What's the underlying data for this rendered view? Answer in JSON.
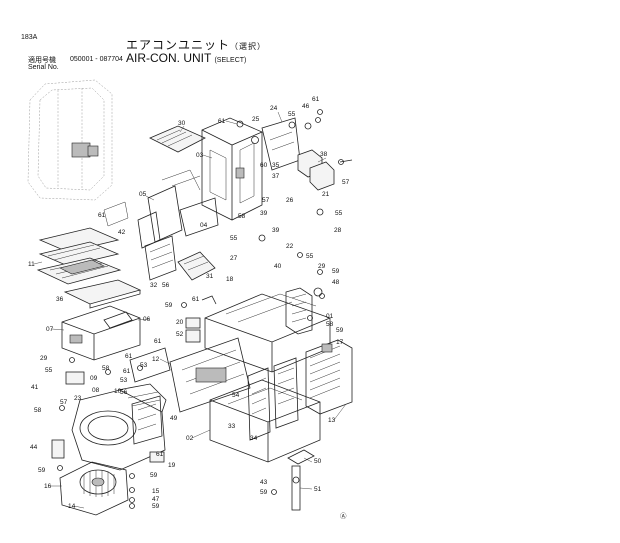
{
  "header": {
    "page_code": "183A",
    "title_jp": "エアコンユニット",
    "title_jp_sub": "（選択）",
    "title_en": "AIR-CON. UNIT",
    "title_en_sub": "(SELECT)",
    "serial_label_jp": "適用号機",
    "serial_label_en": "Serial No.",
    "serial_range": "050001 - 087704"
  },
  "callouts": {
    "c30": "30",
    "c61a": "61",
    "c03": "03",
    "c25": "25",
    "c24": "24",
    "c55a": "55",
    "c46": "46",
    "c61b": "61",
    "c38": "38",
    "c60": "60",
    "c35": "35",
    "c37": "37",
    "c21": "21",
    "c26": "26",
    "c57a": "57",
    "c05": "05",
    "c61c": "61",
    "c42": "42",
    "c04": "04",
    "c58a": "58",
    "c39": "39",
    "c57b": "57",
    "c55b": "55",
    "c28": "28",
    "c55c": "55",
    "c22": "22",
    "c27": "27",
    "c40": "40",
    "c55d": "55",
    "c59a": "59",
    "c29a": "29",
    "c48": "48",
    "c11": "11",
    "c32": "32",
    "c56a": "56",
    "c31": "31",
    "c18": "18",
    "c36": "36",
    "c59b": "59",
    "c61d": "61",
    "c01": "01",
    "c06": "06",
    "c07": "07",
    "c20": "20",
    "c59c": "59",
    "c52": "52",
    "c61e": "61",
    "c53a": "53",
    "c58b": "58",
    "c17": "17",
    "c12": "12",
    "c09": "09",
    "c29b": "29",
    "c55e": "55",
    "c41": "41",
    "c58c": "58",
    "c61f": "61",
    "c53b": "53",
    "c56b": "56",
    "c10": "10",
    "c08": "08",
    "c23": "23",
    "c54": "54",
    "c57c": "57",
    "c58d": "58",
    "c13": "13",
    "c49": "49",
    "c33": "33",
    "c34": "34",
    "c02": "02",
    "c44": "44",
    "c61g": "61",
    "c19": "19",
    "c59d": "59",
    "c59e": "59",
    "c50": "50",
    "c16": "16",
    "c43": "43",
    "c15": "15",
    "c47": "47",
    "c14": "14",
    "c59f": "59",
    "c59g": "59",
    "c51": "51"
  },
  "footer": {
    "mark": "Ⓐ"
  }
}
